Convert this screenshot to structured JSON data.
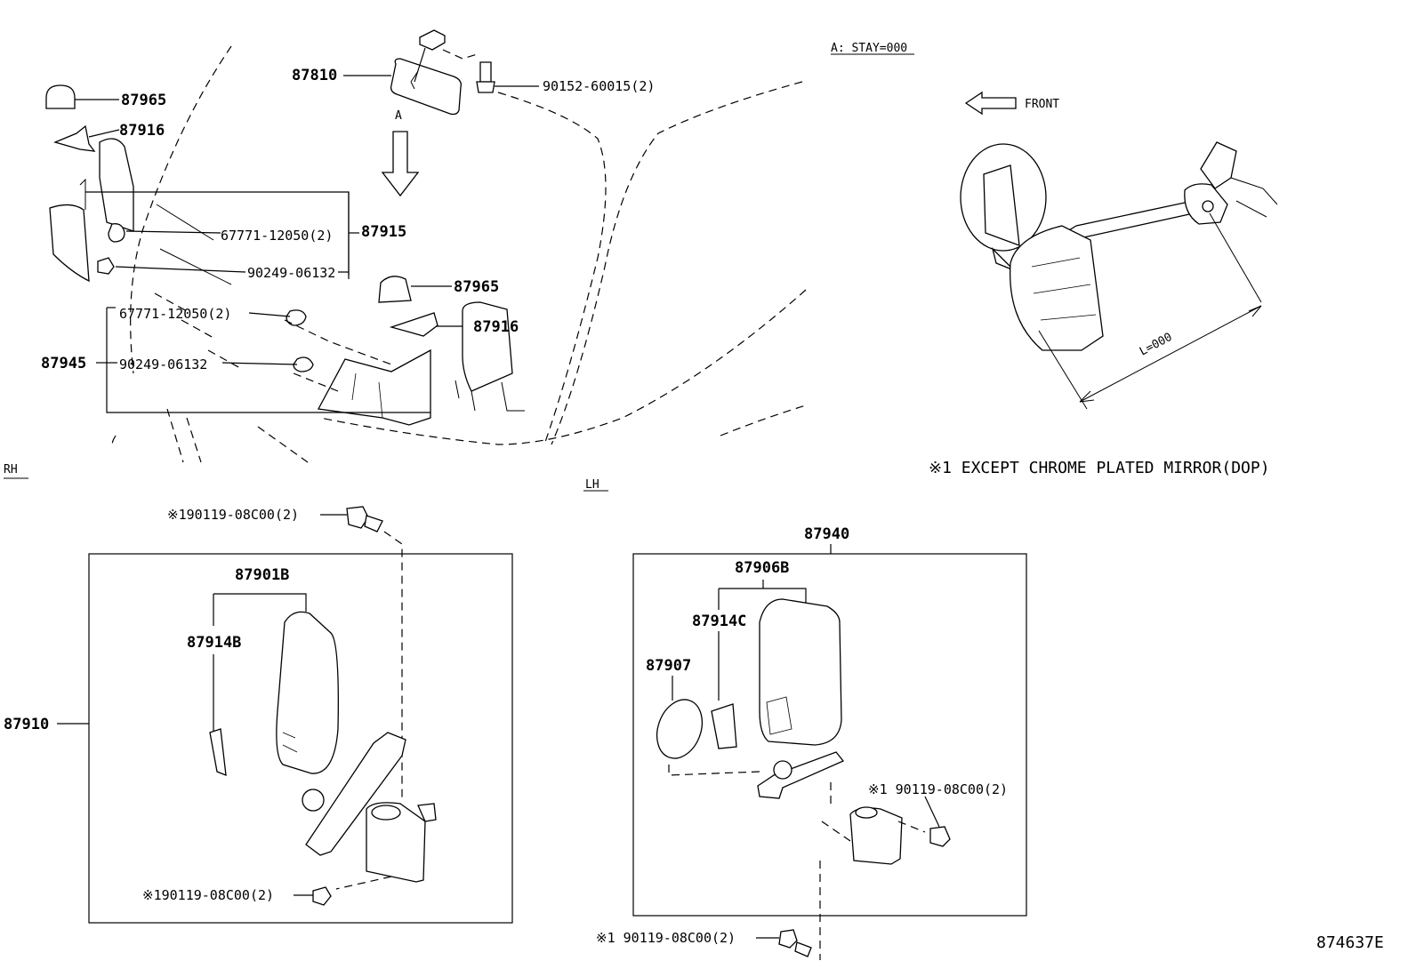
{
  "labels": {
    "stay_note": "A: STAY=000",
    "front": "FRONT",
    "length": "L=000",
    "except_note": "※1 EXCEPT CHROME PLATED MIRROR(DOP)",
    "rh": "RH",
    "lh": "LH",
    "arrow_a": "A",
    "diagram_id": "874637E"
  },
  "parts": {
    "p87810": "87810",
    "p90152": "90152-60015(2)",
    "p87965_rh": "87965",
    "p87916_rh": "87916",
    "p67771_a": "67771-12050(2)",
    "p87915": "87915",
    "p90249_a": "90249-06132",
    "p87965_lh": "87965",
    "p67771_b": "67771-12050(2)",
    "p87916_lh": "87916",
    "p87945": "87945",
    "p90249_b": "90249-06132",
    "p90119_top": "※190119-08C00(2)",
    "p87901b": "87901B",
    "p87914b": "87914B",
    "p87910": "87910",
    "p90119_rh_bottom": "※190119-08C00(2)",
    "p87940": "87940",
    "p87906b": "87906B",
    "p87914c": "87914C",
    "p87907": "87907",
    "p90119_lh_right": "※1 90119-08C00(2)",
    "p90119_lh_bottom": "※1 90119-08C00(2)"
  }
}
